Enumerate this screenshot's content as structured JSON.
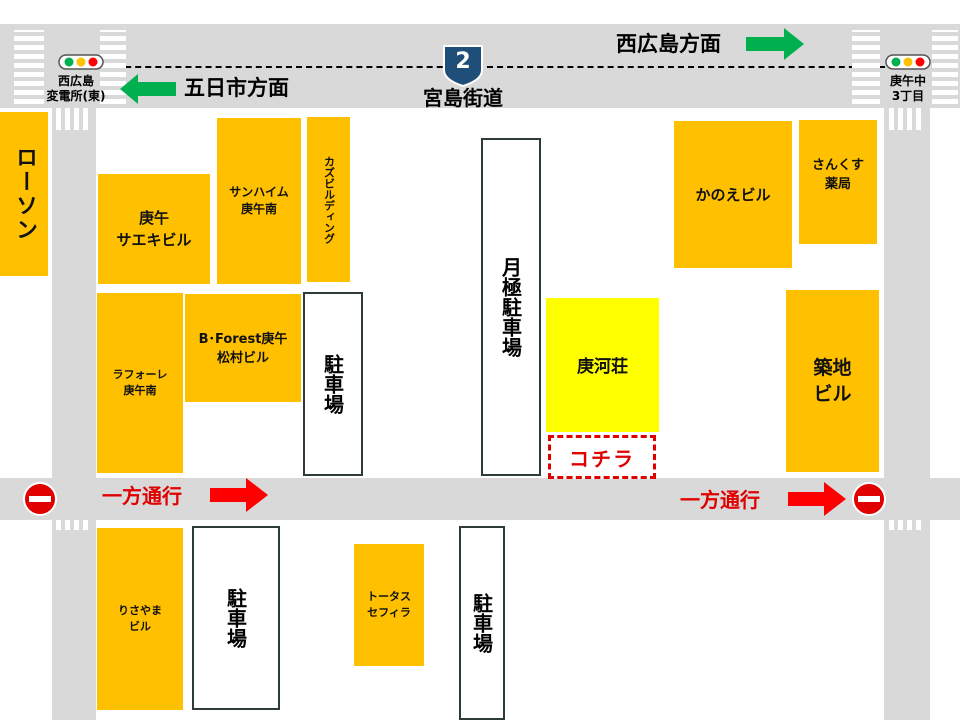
{
  "roads": {
    "route_number": "2",
    "route_name": "宮島街道",
    "direction_west_hiroshima": "西広島方面",
    "direction_itsukaichi": "五日市方面",
    "intersection_left": "西広島\n変電所(東)",
    "intersection_right": "庚午中\n3丁目",
    "one_way_left": "一方通行",
    "one_way_right": "一方通行"
  },
  "buildings": {
    "lawson": "ローソン",
    "saeki": "庚午\nサエキビル",
    "sunheim": "サンハイム\n庚午南",
    "kazu": "カズビルディング",
    "laforet": "ラフォーレ\n庚午南",
    "bforest": "B･Forest庚午\n松村ビル",
    "kanoe": "かのえビル",
    "sankusu": "さんくす\n薬局",
    "tsukiji": "築地\nビル",
    "kogaso": "庚河荘",
    "risayama": "りさやま\nビル",
    "totasu": "トータス\nセフィラ"
  },
  "parking": {
    "lot_center": "駐車場",
    "lot_monthly": "月極駐車場",
    "lot_bottom_left": "駐車場",
    "lot_bottom_right": "駐車場"
  },
  "marker": {
    "here": "コチラ"
  },
  "colors": {
    "building": "#ffc000",
    "highlight_building": "#ffff00",
    "road": "#d9d9d9",
    "marker_red": "#e00000",
    "arrow_green": "#00b050",
    "arrow_red": "#ff0000",
    "route_shield": "#1f4e79"
  },
  "icons": [
    "traffic-light-icon",
    "route-shield-icon",
    "no-entry-icon",
    "arrow-right-icon",
    "arrow-left-icon"
  ]
}
